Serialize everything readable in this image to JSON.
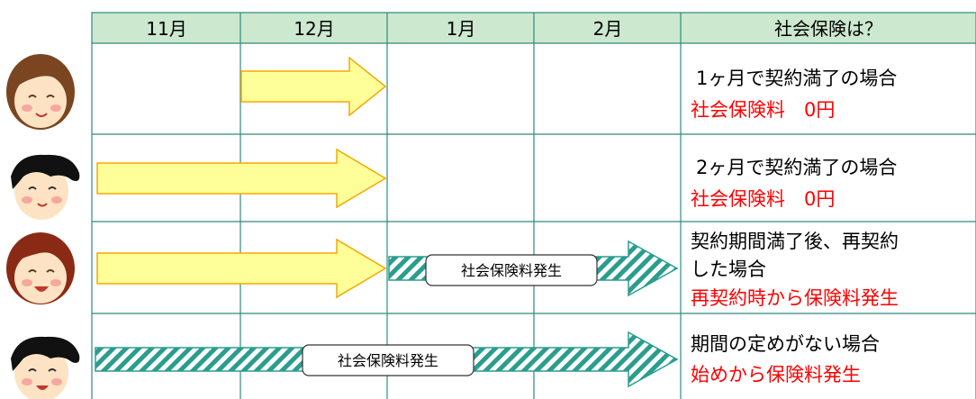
{
  "header": {
    "months": [
      "11月",
      "12月",
      "1月",
      "2月"
    ],
    "question": "社会保険は？"
  },
  "rows": [
    {
      "avatar": "woman-smiling-avatar",
      "lines": [
        "1ヶ月で契約満了の場合"
      ],
      "red_lines": [
        "社会保険料　0円"
      ],
      "arrow_label": ""
    },
    {
      "avatar": "man-smiling-avatar",
      "lines": [
        "2ヶ月で契約満了の場合"
      ],
      "red_lines": [
        "社会保険料　0円"
      ],
      "arrow_label": ""
    },
    {
      "avatar": "woman-laughing-avatar",
      "lines": [
        "契約期間満了後、再契約",
        "した場合"
      ],
      "red_lines": [
        "再契約時から保険料発生"
      ],
      "arrow_label": "社会保険料発生"
    },
    {
      "avatar": "man-laughing-avatar",
      "lines": [
        "期間の定めがない場合"
      ],
      "red_lines": [
        "始めから保険料発生"
      ],
      "arrow_label": "社会保険料発生"
    }
  ],
  "colors": {
    "header_bg": "#cce8cf",
    "grid": "#2e8b7e",
    "plain_arrow_fill": "#ffff99",
    "plain_arrow_stroke": "#f5a800",
    "hatch_arrow_stripe": "#2a9d8f",
    "accent_text": "#ff0000"
  }
}
